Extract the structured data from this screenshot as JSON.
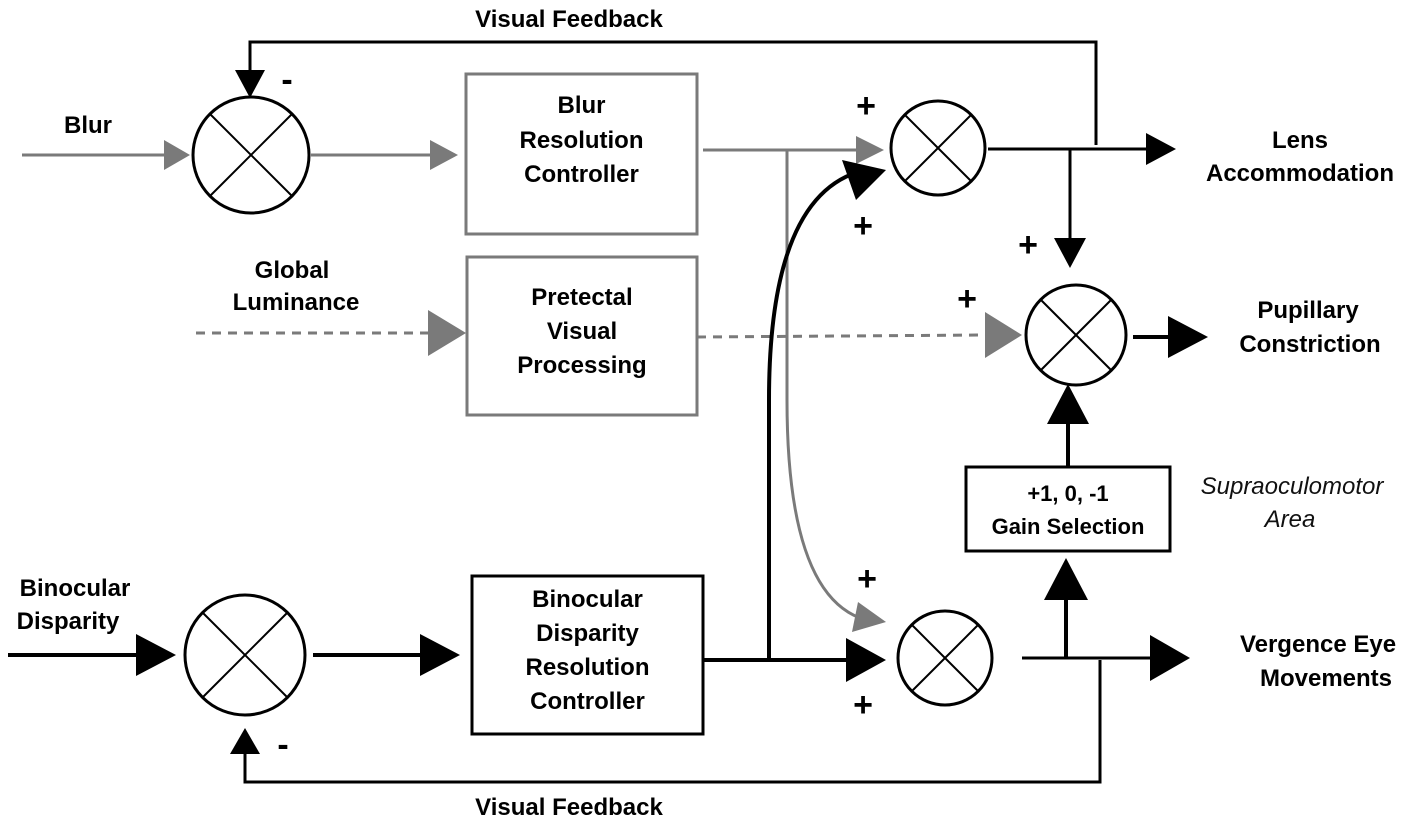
{
  "feedback": {
    "top": "Visual Feedback",
    "bottom": "Visual Feedback"
  },
  "inputs": {
    "blur": "Blur",
    "global_luminance": [
      "Global",
      "Luminance"
    ],
    "binocular_disparity": [
      "Binocular",
      "Disparity"
    ]
  },
  "blocks": {
    "blur_controller": [
      "Blur",
      "Resolution",
      "Controller"
    ],
    "pretectal": [
      "Pretectal",
      "Visual",
      "Processing"
    ],
    "disparity_controller": [
      "Binocular",
      "Disparity",
      "Resolution",
      "Controller"
    ],
    "gain_selection": [
      "+1, 0, -1",
      "Gain Selection"
    ]
  },
  "outputs": {
    "lens": [
      "Lens",
      "Accommodation"
    ],
    "pupil": [
      "Pupillary",
      "Constriction"
    ],
    "vergence": [
      "Vergence Eye",
      "Movements"
    ]
  },
  "area_label": [
    "Supraoculomotor",
    "Area"
  ],
  "signs": {
    "blur_feedback": "-",
    "disparity_feedback": "-",
    "lens_top": "+",
    "lens_bottom": "+",
    "pupil_left": "+",
    "pupil_top": "+",
    "vergence_top": "+",
    "vergence_bottom": "+"
  },
  "colors": {
    "black": "#000000",
    "gray": "#7a7a7a"
  }
}
